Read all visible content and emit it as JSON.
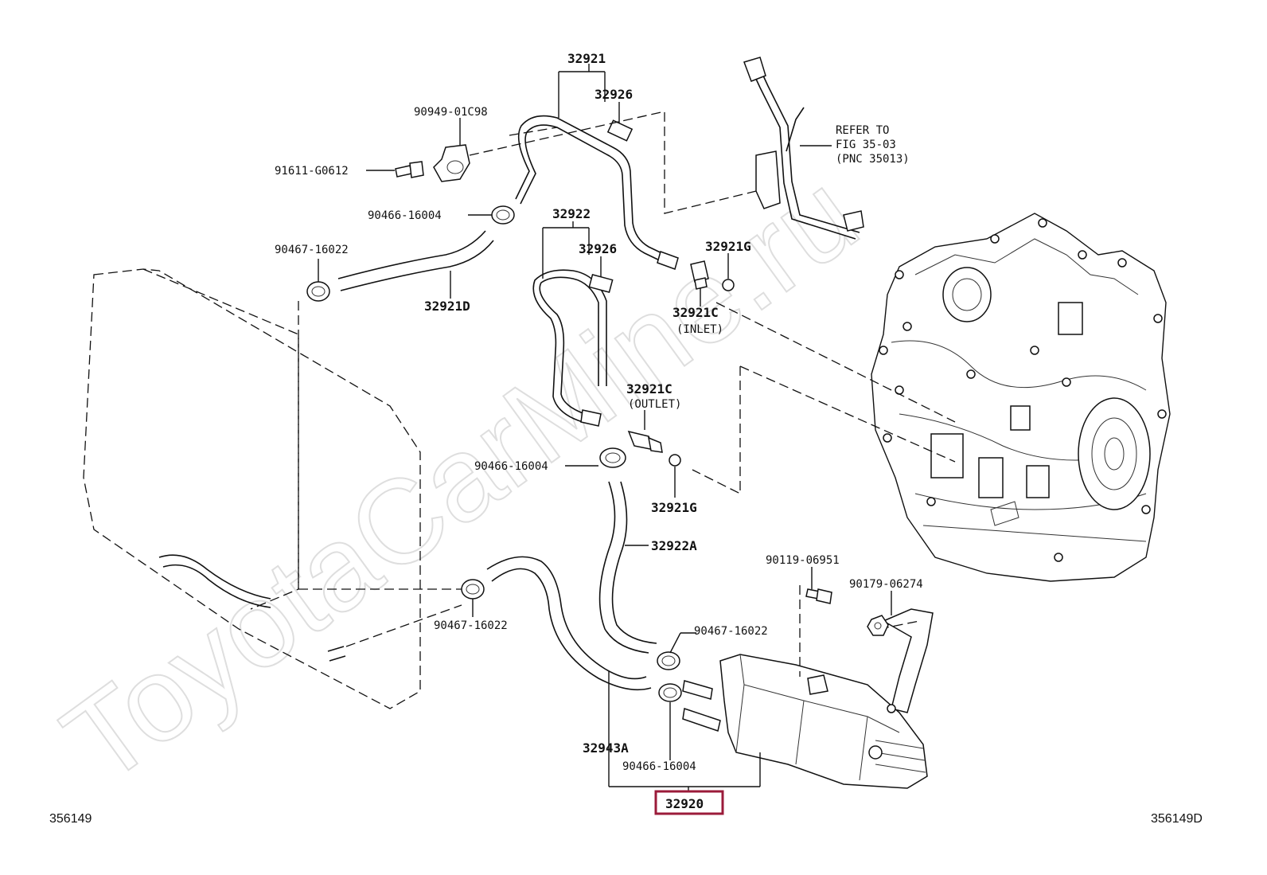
{
  "diagram": {
    "watermark": "ToyotaCarMine.ru",
    "illustration_codes": {
      "left": "356149",
      "right": "356149D"
    },
    "highlighted_part": "32920",
    "reference_note": [
      "REFER TO",
      "FIG 35-03",
      "(PNC 35013)"
    ],
    "labels": {
      "p32921": "32921",
      "p32926_a": "32926",
      "p90949": "90949-01C98",
      "p91611": "91611-G0612",
      "p90466_a": "90466-16004",
      "p90467_a": "90467-16022",
      "p32921D": "32921D",
      "p32922": "32922",
      "p32926_b": "32926",
      "p32921G_a": "32921G",
      "p32921C_a": "32921C",
      "inlet": "(INLET)",
      "p32921C_b": "32921C",
      "outlet": "(OUTLET)",
      "p90466_b": "90466-16004",
      "p32921G_b": "32921G",
      "p32922A": "32922A",
      "p90467_b": "90467-16022",
      "p90119": "90119-06951",
      "p90179": "90179-06274",
      "p90467_c": "90467-16022",
      "p32943A": "32943A",
      "p90466_c": "90466-16004"
    }
  }
}
